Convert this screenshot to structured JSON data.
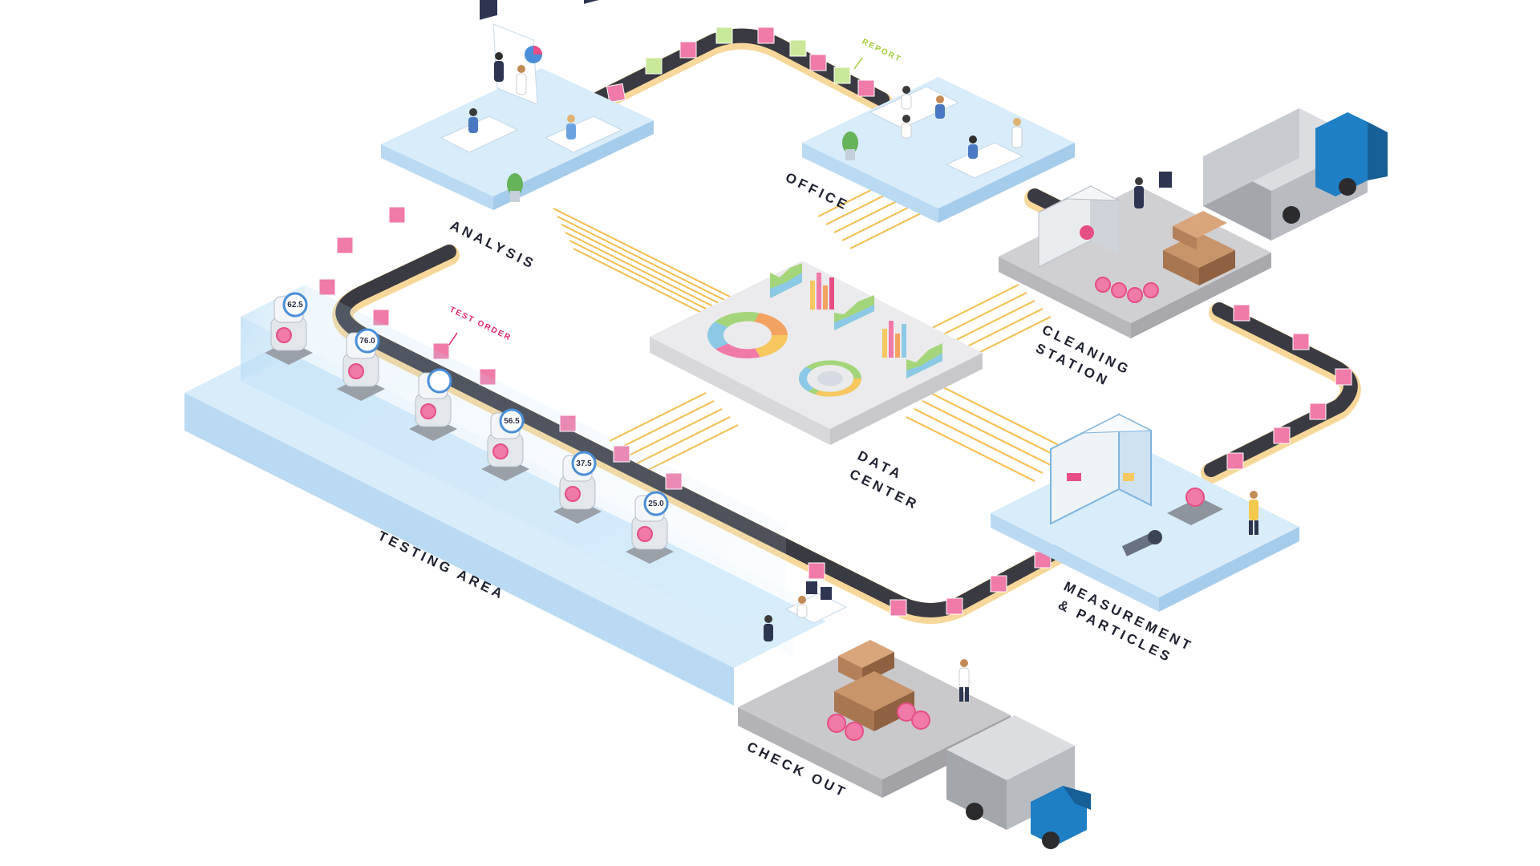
{
  "zones": {
    "analysis": "ANALYSIS",
    "office": "OFFICE",
    "data_center": [
      "DATA",
      "CENTER"
    ],
    "cleaning_station": [
      "CLEANING",
      "STATION"
    ],
    "measurement": [
      "MEASUREMENT",
      "& PARTICLES"
    ],
    "testing_area": "TESTING AREA",
    "check_out": "CHECK OUT"
  },
  "tags": {
    "report": "REPORT",
    "test_order": "TEST ORDER"
  },
  "gauges": [
    "62.5",
    "76.0",
    "",
    "56.5",
    "37.5",
    "25.0"
  ],
  "colors": {
    "conveyor_belt": "#3a3a42",
    "conveyor_rail": "#f7d89a",
    "order_cube": "#f07aa8",
    "report_cube": "#c9e89a",
    "platform_blue": "#d8ecfa",
    "platform_grey": "#c9c9cc",
    "truck_cab": "#1f7fc4",
    "report_tag": "#9fcb3c",
    "test_order_tag": "#e0226e",
    "data_links": "#f4b63a"
  },
  "icons": [
    "conveyor-belt",
    "order-cube",
    "delivery-truck",
    "workstation",
    "gauge",
    "pie-chart",
    "bar-chart",
    "crate",
    "person"
  ]
}
